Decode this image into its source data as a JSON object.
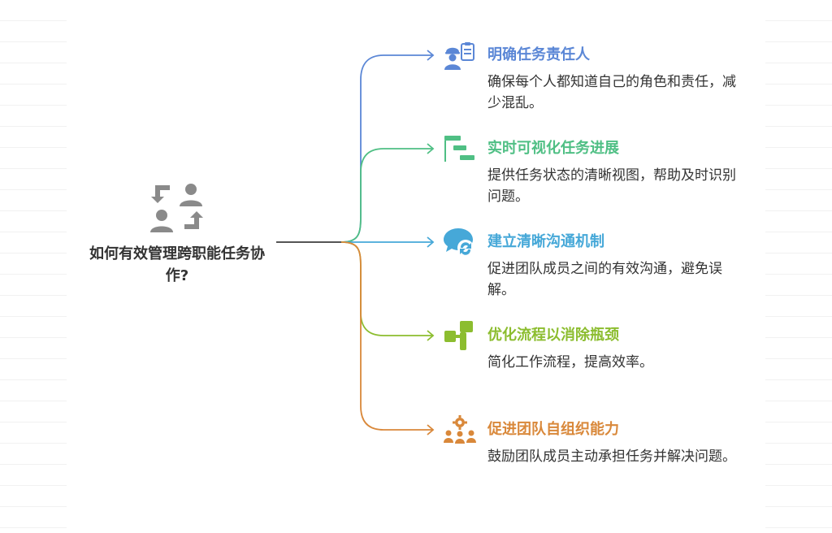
{
  "central": {
    "title": "如何有效管理跨职能任务协作?",
    "icon": "exchange-users-icon",
    "line_color": "#555555"
  },
  "branches": [
    {
      "title": "明确任务责任人",
      "description": "确保每个人都知道自己的角色和责任，减少混乱。",
      "color": "#5b87d6",
      "icon": "worker-clipboard-icon"
    },
    {
      "title": "实时可视化任务进展",
      "description": "提供任务状态的清晰视图，帮助及时识别问题。",
      "color": "#4fbf84",
      "icon": "gantt-chart-icon"
    },
    {
      "title": "建立清晰沟通机制",
      "description": "促进团队成员之间的有效沟通，避免误解。",
      "color": "#46a8d8",
      "icon": "chat-refresh-icon"
    },
    {
      "title": "优化流程以消除瓶颈",
      "description": "简化工作流程，提高效率。",
      "color": "#8cbd2f",
      "icon": "flow-blocks-icon"
    },
    {
      "title": "促进团队自组织能力",
      "description": "鼓励团队成员主动承担任务并解决问题。",
      "color": "#d9883a",
      "icon": "team-gear-icon"
    }
  ]
}
